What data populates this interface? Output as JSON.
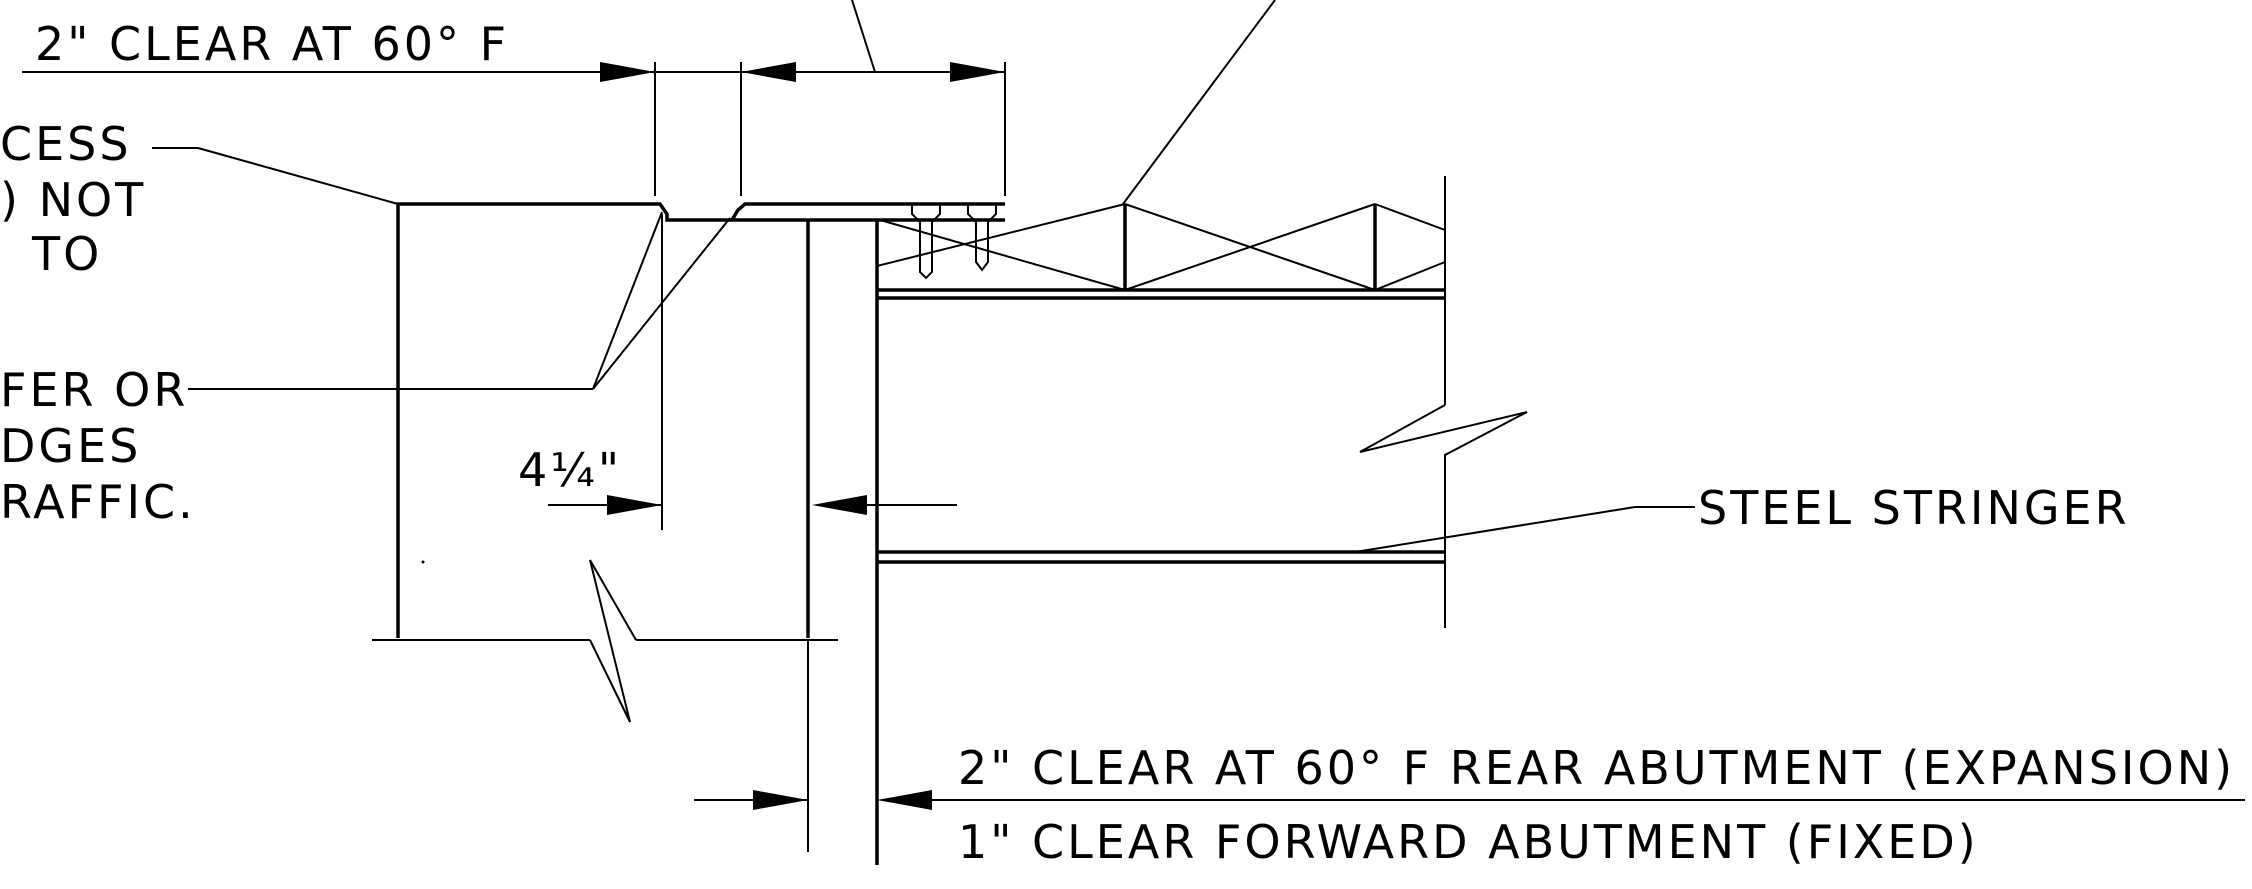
{
  "drawing": {
    "labels": {
      "clear_top": "2\" CLEAR AT 60° F",
      "recess_line1": "CESS",
      "recess_line2": ") NOT",
      "recess_line3": "TO",
      "chamfer_line1": "FER OR",
      "chamfer_line2": "DGES",
      "chamfer_line3": "RAFFIC.",
      "dim_fraction": "4¼\"",
      "steel_stringer": "STEEL STRINGER",
      "rear_abutment": "2\" CLEAR AT 60° F REAR ABUTMENT (EXPANSION)",
      "forward_abutment": "1\" CLEAR FORWARD ABUTMENT (FIXED)"
    },
    "colors": {
      "line": "#000000",
      "background": "#ffffff"
    }
  }
}
